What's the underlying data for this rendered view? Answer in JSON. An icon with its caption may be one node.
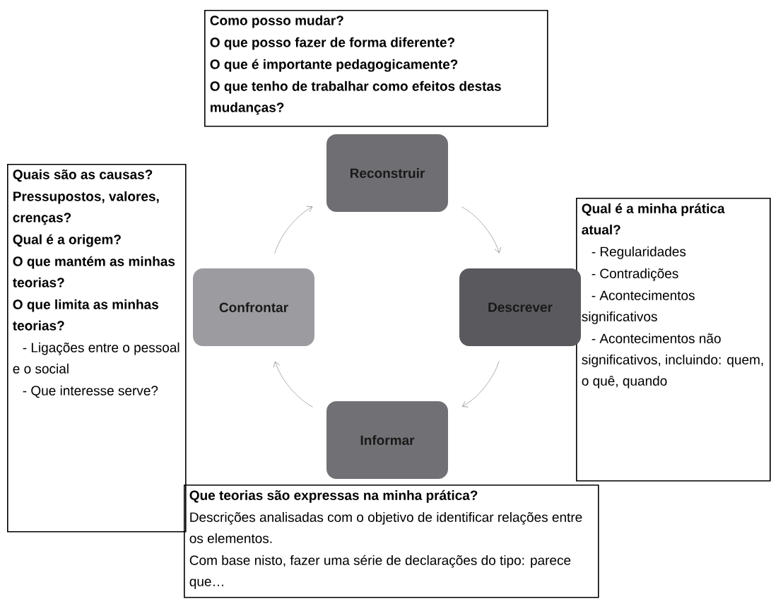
{
  "diagram": {
    "nodes": [
      {
        "text": [
          "Como posso mudar?",
          "O que posso fazer de forma diferente?",
          "O que é importante pedagogicamente?",
          "O que tenho de trabalhar como efeitos destas mudanças?"
        ]
      },
      {
        "text": [
          "Reconstruir"
        ]
      },
      {
        "text": [
          "Quais são as causas?",
          "Pressupostos, valores, crenças?",
          "Qual é a origem?",
          "O que mantém as minhas teorias?",
          "O que limita as minhas teorias?",
          "- Ligações entre o pessoal e o social",
          "- Que interesse serve?"
        ]
      },
      {
        "text": [
          "Qual é a minha prática atual?",
          "- Regularidades",
          "- Contradições",
          "- Acontecimentos significativos",
          "- Acontecimentos não significativos, incluindo: quem, o quê, quando"
        ]
      },
      {
        "text": [
          "Confrontar"
        ]
      },
      {
        "text": [
          "Descrever"
        ]
      },
      {
        "text": [
          "Informar"
        ]
      },
      {
        "text": [
          "Que teorias são expressas na minha prática?",
          "Descrições analisadas com o objetivo de identificar relações entre os elementos.",
          "Com base nisto, fazer uma série de declarações do tipo: parece que…"
        ]
      }
    ],
    "edges": [
      {
        "from": 1,
        "to": 5,
        "arrow": "to"
      },
      {
        "from": 5,
        "to": 6,
        "arrow": "to"
      },
      {
        "from": 6,
        "to": 4,
        "arrow": "to"
      },
      {
        "from": 4,
        "to": 1,
        "arrow": "to"
      }
    ]
  }
}
